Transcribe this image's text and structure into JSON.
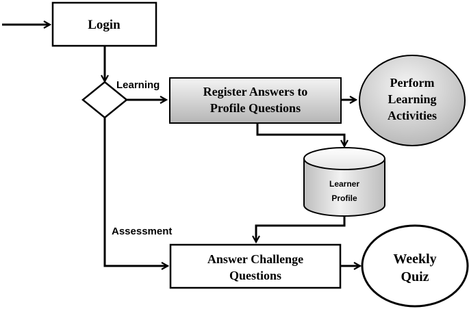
{
  "nodes": {
    "login": {
      "label": "Login"
    },
    "decision": {
      "label": ""
    },
    "register": {
      "line1": "Register Answers to",
      "line2": "Profile Questions"
    },
    "perform": {
      "line1": "Perform",
      "line2": "Learning",
      "line3": "Activities"
    },
    "learner_profile": {
      "line1": "Learner",
      "line2": "Profile"
    },
    "challenge": {
      "line1": "Answer Challenge",
      "line2": "Questions"
    },
    "quiz": {
      "line1": "Weekly",
      "line2": "Quiz"
    }
  },
  "edges": {
    "learning_label": "Learning",
    "assessment_label": "Assessment"
  },
  "colors": {
    "stroke": "#000000",
    "gray_fill_light": "#f3f3f3",
    "gray_fill_dark": "#b9b9b9",
    "white_fill": "#ffffff"
  }
}
